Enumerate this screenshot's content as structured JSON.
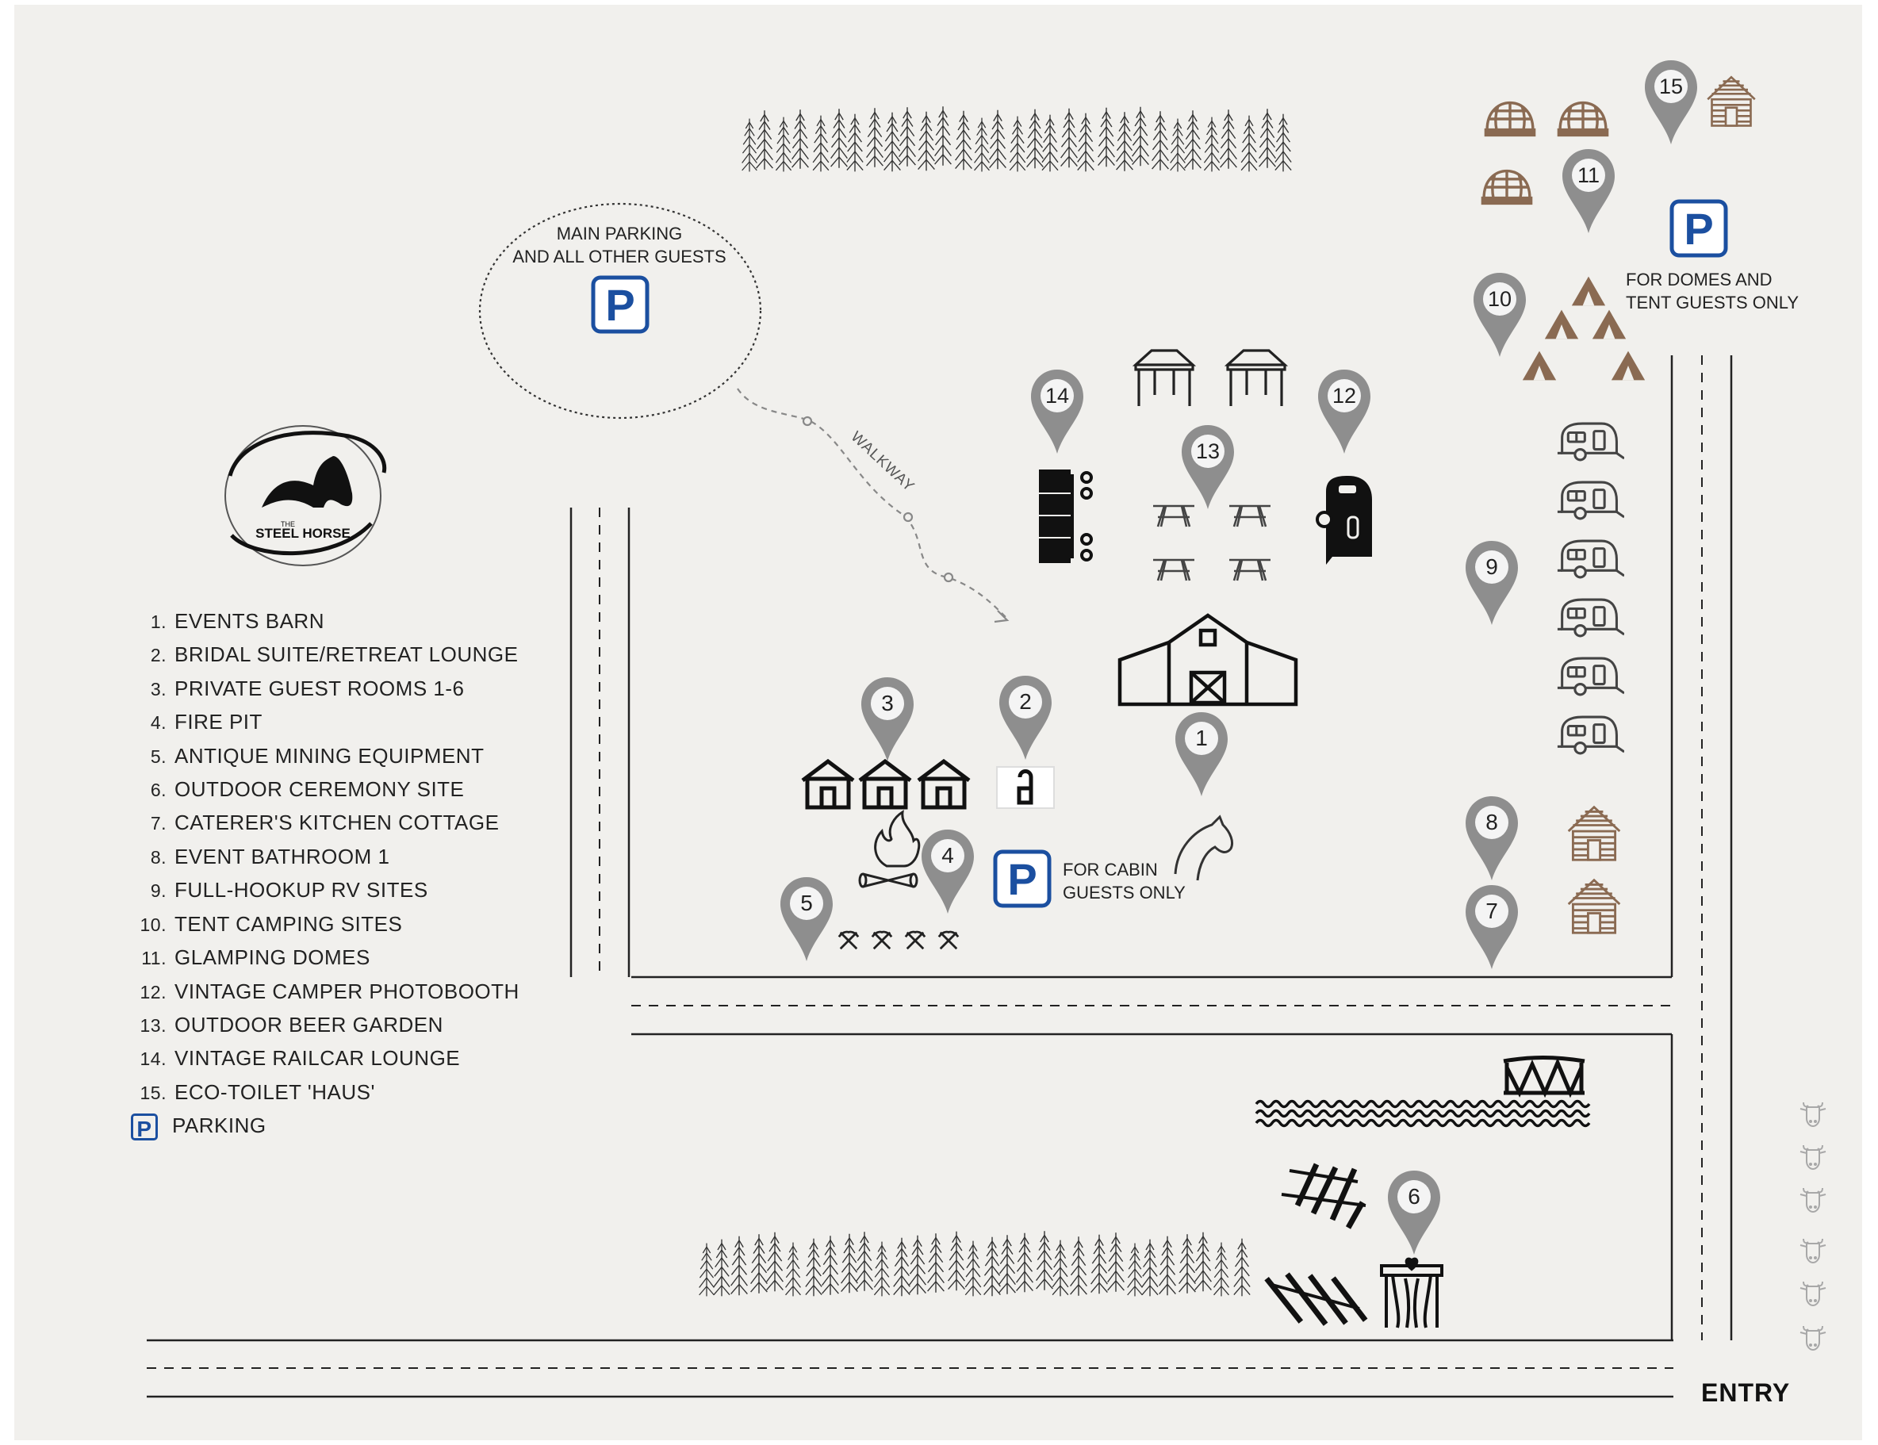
{
  "labels": {
    "main_parking_line1": "MAIN PARKING",
    "main_parking_line2": "AND ALL OTHER GUESTS",
    "walkway": "WALKWAY",
    "domes_parking_line1": "FOR DOMES AND",
    "domes_parking_line2": "TENT GUESTS ONLY",
    "cabin_parking_line1": "FOR CABIN",
    "cabin_parking_line2": "GUESTS ONLY",
    "entry": "ENTRY",
    "parking_symbol": "P"
  },
  "logo": {
    "text_small": "THE",
    "text_main": "STEEL HORSE"
  },
  "legend": [
    {
      "num": "1.",
      "label": "EVENTS BARN"
    },
    {
      "num": "2.",
      "label": "BRIDAL SUITE/RETREAT LOUNGE"
    },
    {
      "num": "3.",
      "label": "PRIVATE GUEST ROOMS 1-6"
    },
    {
      "num": "4.",
      "label": "FIRE PIT"
    },
    {
      "num": "5.",
      "label": "ANTIQUE MINING EQUIPMENT"
    },
    {
      "num": "6.",
      "label": "OUTDOOR CEREMONY SITE"
    },
    {
      "num": "7.",
      "label": "CATERER'S KITCHEN COTTAGE"
    },
    {
      "num": "8.",
      "label": "EVENT BATHROOM 1"
    },
    {
      "num": "9.",
      "label": "FULL-HOOKUP RV SITES"
    },
    {
      "num": "10.",
      "label": "TENT CAMPING SITES"
    },
    {
      "num": "11.",
      "label": "GLAMPING DOMES"
    },
    {
      "num": "12.",
      "label": "VINTAGE CAMPER PHOTOBOOTH"
    },
    {
      "num": "13.",
      "label": "OUTDOOR BEER GARDEN"
    },
    {
      "num": "14.",
      "label": "VINTAGE  RAILCAR LOUNGE"
    },
    {
      "num": "15.",
      "label": "ECO-TOILET 'HAUS'"
    }
  ],
  "legend_parking": "PARKING",
  "markers": [
    "1",
    "2",
    "3",
    "4",
    "5",
    "6",
    "7",
    "8",
    "9",
    "10",
    "11",
    "12",
    "13",
    "14",
    "15"
  ],
  "icons": [
    "pine-tree-icon",
    "barn-icon",
    "cabin-icon",
    "rv-camper-icon",
    "tent-icon",
    "glamping-dome-icon",
    "picnic-table-icon",
    "canopy-tent-icon",
    "horse-icon",
    "campfire-icon",
    "pickaxe-icon",
    "wedding-arch-icon",
    "bridge-icon",
    "water-waves-icon",
    "cattle-head-icon",
    "door-hanger-icon",
    "parking-sign-icon",
    "map-pin-icon"
  ],
  "colors": {
    "background": "#f1f0ed",
    "pin": "#8e8e8e",
    "parking_blue": "#1b4fa0",
    "brown": "#8a6a52",
    "ink": "#111111"
  }
}
